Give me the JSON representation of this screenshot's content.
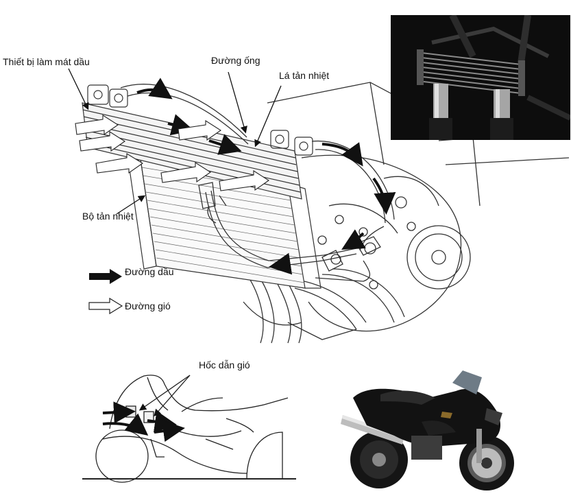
{
  "labels": {
    "oil_cooler": "Thiết bị làm mát dầu",
    "pipe": "Đường ống",
    "fin": "Lá tản nhiệt",
    "radiator": "Bộ tản nhiệt",
    "air_duct": "Hốc dẫn gió"
  },
  "legend": {
    "oil_path": "Đường dầu",
    "air_path": "Đường gió"
  },
  "colors": {
    "line": "#222222",
    "photo_bg": "#0c0c0c",
    "bike_body": "#121212",
    "chrome": "#bdbdbd",
    "windshield": "#6e7b86"
  }
}
